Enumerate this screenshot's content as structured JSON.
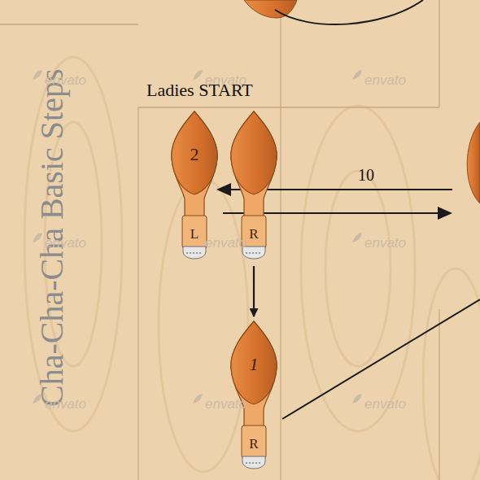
{
  "diagram": {
    "title": "Cha-Cha-Cha Basic Steps",
    "nodes": [
      {
        "text": [
          "2",
          "L"
        ]
      },
      {
        "text": [
          "R"
        ]
      },
      {
        "text": [
          "1",
          "R"
        ]
      }
    ],
    "edges": [
      {
        "from": 1,
        "to": 2,
        "arrow": "to"
      }
    ],
    "labels": [
      "Ladies START",
      "10",
      "envato",
      "envato",
      "envato",
      "envato",
      "envato",
      "envato",
      "envato",
      "envato",
      "envato"
    ]
  }
}
